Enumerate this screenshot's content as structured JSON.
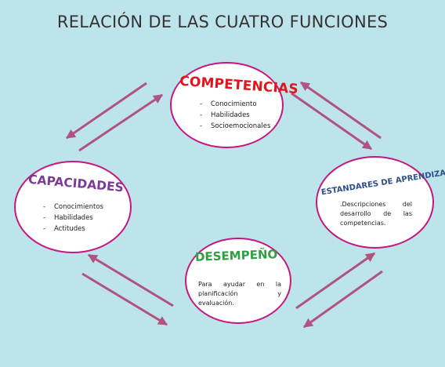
{
  "title": "RELACIÓN DE LAS CUATRO FUNCIONES",
  "colors": {
    "background": "#bde4ea",
    "node_border": "#c4187e",
    "arrow": "#b0547f",
    "competencias": "#e3141b",
    "capacidades": "#7a3a96",
    "estandares": "#2e4f8a",
    "desempeno": "#2ea043"
  },
  "competencias": {
    "heading": "COMPETENCIAS",
    "items": [
      "Conocimiento",
      "Habilidades",
      "Socioemocionales"
    ]
  },
  "capacidades": {
    "heading": "CAPACIDADES",
    "items": [
      "Conocimientos",
      "Habilidades",
      "Actitudes"
    ]
  },
  "estandares": {
    "heading": "ESTANDARES DE APRENDIZAJE",
    "description": ".Descripciones del desarrollo de las competencias."
  },
  "desempeno": {
    "heading": "DESEMPEÑO",
    "description": "Para ayudar en la planificación y evaluación."
  }
}
